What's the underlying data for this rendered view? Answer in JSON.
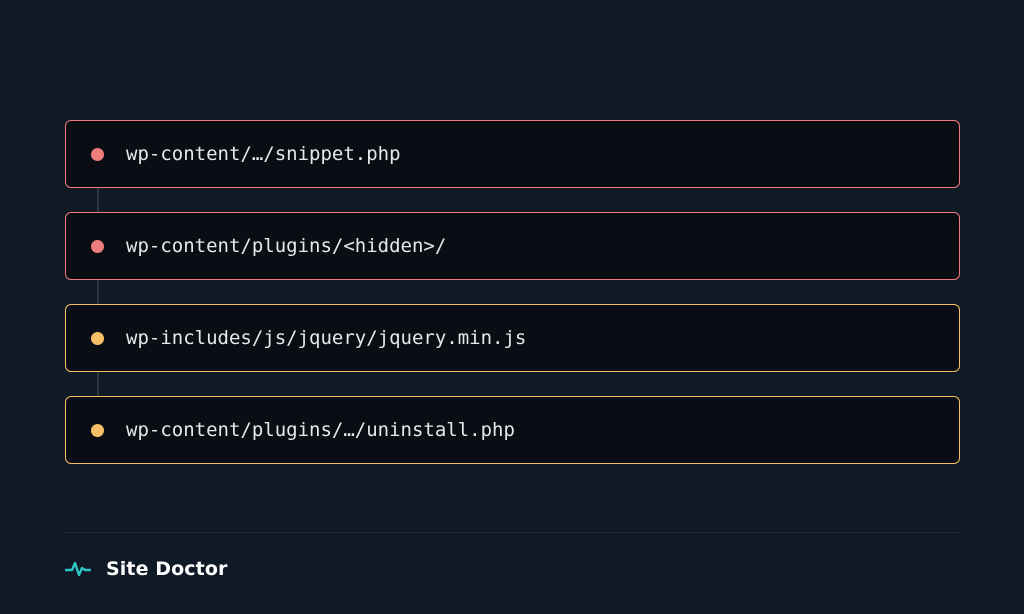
{
  "files": [
    {
      "path": "wp-content/…/snippet.php",
      "severity": "critical",
      "color": "#ef7c7c"
    },
    {
      "path": "wp-content/plugins/<hidden>/",
      "severity": "critical",
      "color": "#ef7c7c"
    },
    {
      "path": "wp-includes/js/jquery/jquery.min.js",
      "severity": "warning",
      "color": "#f7c066"
    },
    {
      "path": "wp-content/plugins/…/uninstall.php",
      "severity": "warning",
      "color": "#f7c066"
    }
  ],
  "footer": {
    "brand_name": "Site Doctor",
    "brand_icon": "heartbeat-icon",
    "brand_color": "#2ec4c4"
  },
  "colors": {
    "background": "#0f1a26",
    "row_background": "#0a0e14",
    "text": "#e6e8ea"
  }
}
